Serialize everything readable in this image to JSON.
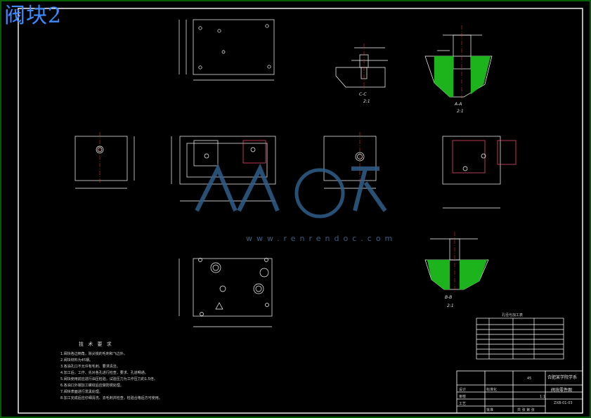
{
  "drawing": {
    "title": "阀块2",
    "colors": {
      "background": "#000000",
      "border": "#ffffff",
      "outer_border": "#00c000",
      "line": "#ffffff",
      "centerline": "#ff3b3b",
      "section_fill": "#1db31d",
      "title_text": "#3d8bff",
      "watermark": "#2f5f8a"
    }
  },
  "tech_requirements": {
    "heading": "技 术 要 求",
    "items": [
      "1.阀块各边倒角，除尖锐的毛刺和飞边外。",
      "2.阀块材料为45钢。",
      "3.各油孔口不允许有毛刺、要求清洁。",
      "4.加工后，工作、先对各孔进行检查，要求、孔道畅通。",
      "5.阀块使用前应进行油压检验，试验压力为工作压力的1.5倍。",
      "6.各油口外端加工螺纹后应做防锈处理。",
      "7.阀块表面进行发黑处理。",
      "8.加工完成后应仔细清洗、去毛刺并检查，检验合格后方可使用。"
    ]
  },
  "section_labels": [
    "C-C",
    "2:1",
    "A-A",
    "2:1",
    "B-B",
    "2:1"
  ],
  "watermark": {
    "url": "www.renrendoc.com"
  },
  "hole_table": {
    "title": "孔径与加工表"
  },
  "title_block": {
    "company": "合肥某学院学系",
    "drawing_name": "阀块零件图",
    "scale": "1:1",
    "material": "45",
    "drawing_no": "ZXB-01-03",
    "sheet": "共 张 第 张",
    "labels": [
      "设计",
      "审核",
      "工艺",
      "标准化",
      "批准"
    ]
  }
}
